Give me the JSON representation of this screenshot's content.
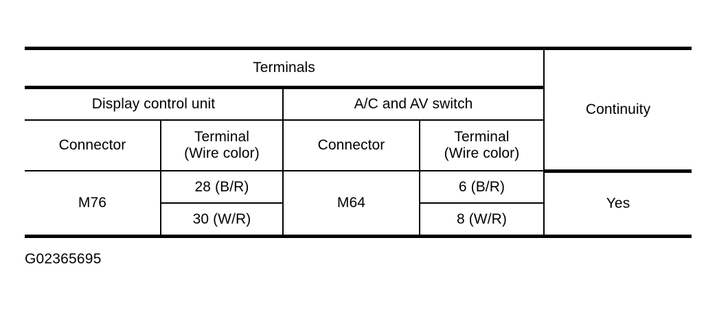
{
  "document": {
    "caption": "G02365695"
  },
  "table": {
    "header_span_label": "Terminals",
    "continuity_label": "Continuity",
    "groups": [
      {
        "label": "Display control unit"
      },
      {
        "label": "A/C and AV switch"
      }
    ],
    "subheaders": {
      "connector": "Connector",
      "terminal_line1": "Terminal",
      "terminal_line2": "(Wire color)"
    },
    "rows": [
      {
        "left_connector": "M76",
        "right_connector": "M64",
        "continuity": "Yes",
        "pairs": [
          {
            "left_terminal": "28 (B/R)",
            "right_terminal": "6 (B/R)"
          },
          {
            "left_terminal": "30 (W/R)",
            "right_terminal": "8 (W/R)"
          }
        ]
      }
    ]
  },
  "colors": {
    "ink": "#000000",
    "paper": "#ffffff"
  }
}
